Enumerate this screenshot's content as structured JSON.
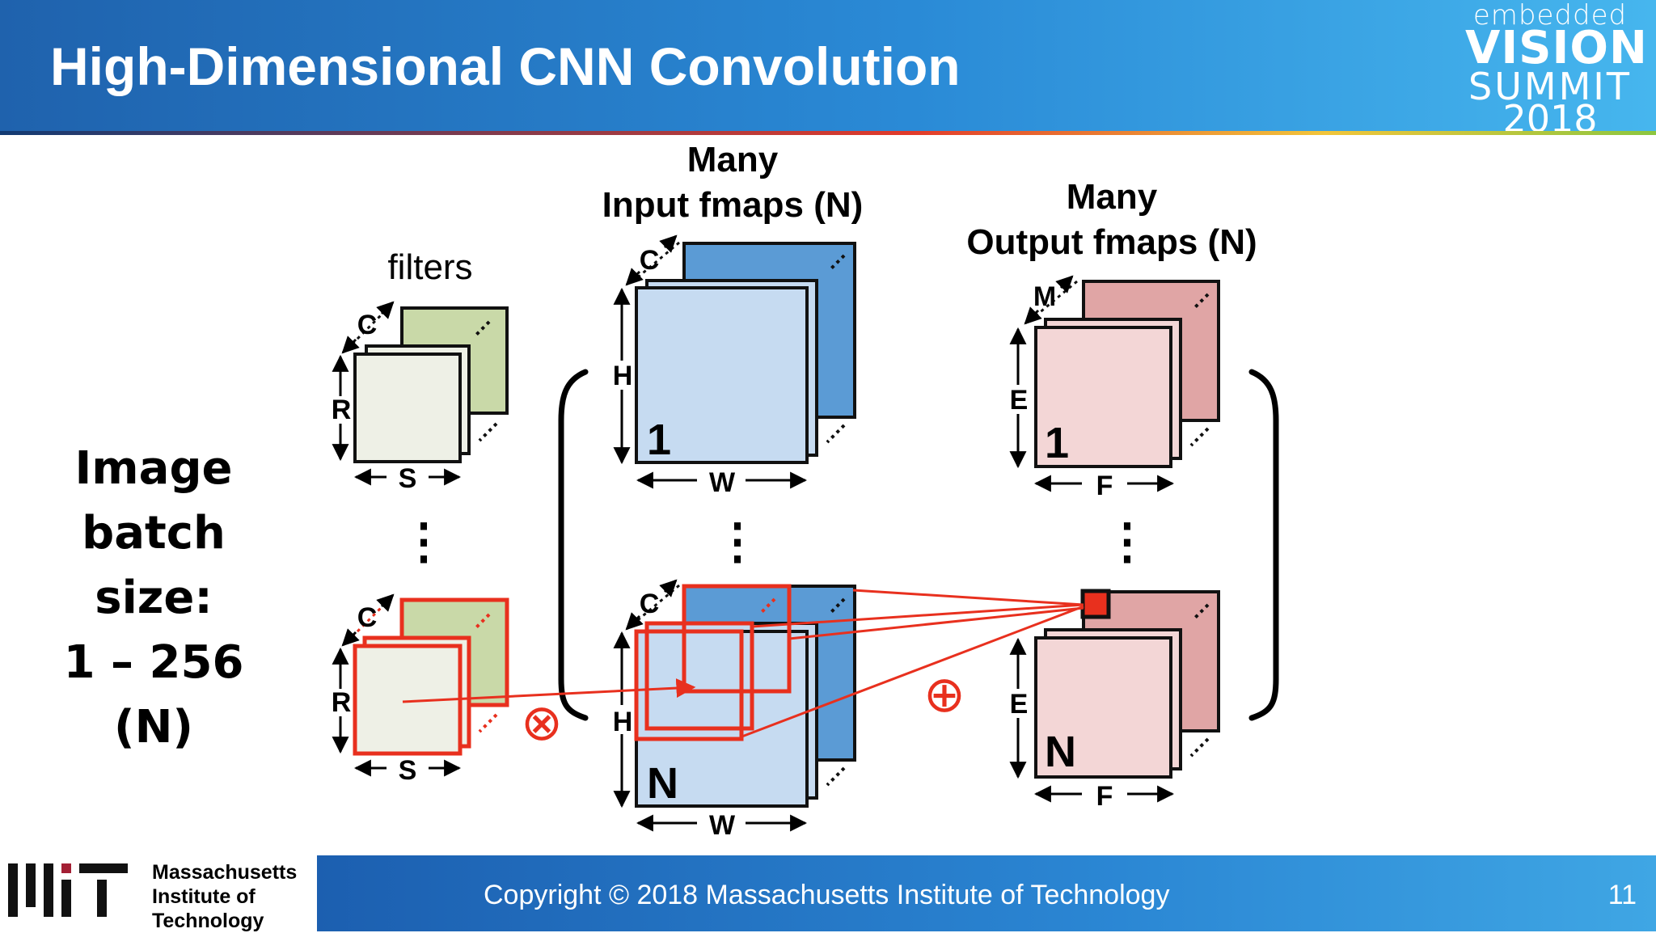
{
  "slide": {
    "title": "High-Dimensional CNN Convolution",
    "page_number": "11"
  },
  "logo": {
    "line1": "embedded",
    "line2": "VISION",
    "line3": "SUMMIT",
    "line4": "2018"
  },
  "batch": {
    "line1": "Image",
    "line2": "batch size:",
    "line3": "1 – 256 (N)"
  },
  "diagram": {
    "filters_title": "filters",
    "input_title_line1": "Many",
    "input_title_line2": "Input fmaps (N)",
    "output_title_line1": "Many",
    "output_title_line2": "Output fmaps (N)",
    "dim_C": "C",
    "dim_R": "R",
    "dim_S": "S",
    "dim_H": "H",
    "dim_W": "W",
    "dim_M": "M",
    "dim_E": "E",
    "dim_F": "F",
    "index_1": "1",
    "index_N": "N",
    "ellipsis": "⋮",
    "multiply_symbol": "⊗",
    "add_symbol": "⊕"
  },
  "footer": {
    "org_line1": "Massachusetts",
    "org_line2": "Institute of",
    "org_line3": "Technology",
    "copyright": "Copyright © 2018 Massachusetts Institute of Technology"
  },
  "colors": {
    "header_blue": "#2a7bd0",
    "filter_green": "#c9d9a8",
    "input_blue": "#5b9bd5",
    "input_light": "#c6dbf1",
    "output_pink": "#e0a5a5",
    "output_light": "#f3d6d6",
    "highlight_red": "#e8301e"
  }
}
